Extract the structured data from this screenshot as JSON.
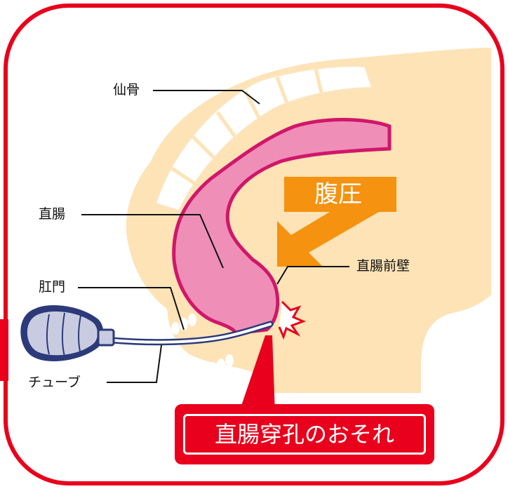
{
  "labels": {
    "sacrum": "仙骨",
    "rectum": "直腸",
    "anus": "肛門",
    "tube": "チューブ",
    "rectal_wall": "直腸前壁",
    "abdominal_pressure": "腹圧"
  },
  "warning": "直腸穿孔のおそれ",
  "colors": {
    "frame": "#e8001c",
    "body": "#fde3b6",
    "rectum": "#ef8fb8",
    "rectum_edge": "#d0176a",
    "bone": "#ffffff",
    "arrow": "#f5920f"
  }
}
